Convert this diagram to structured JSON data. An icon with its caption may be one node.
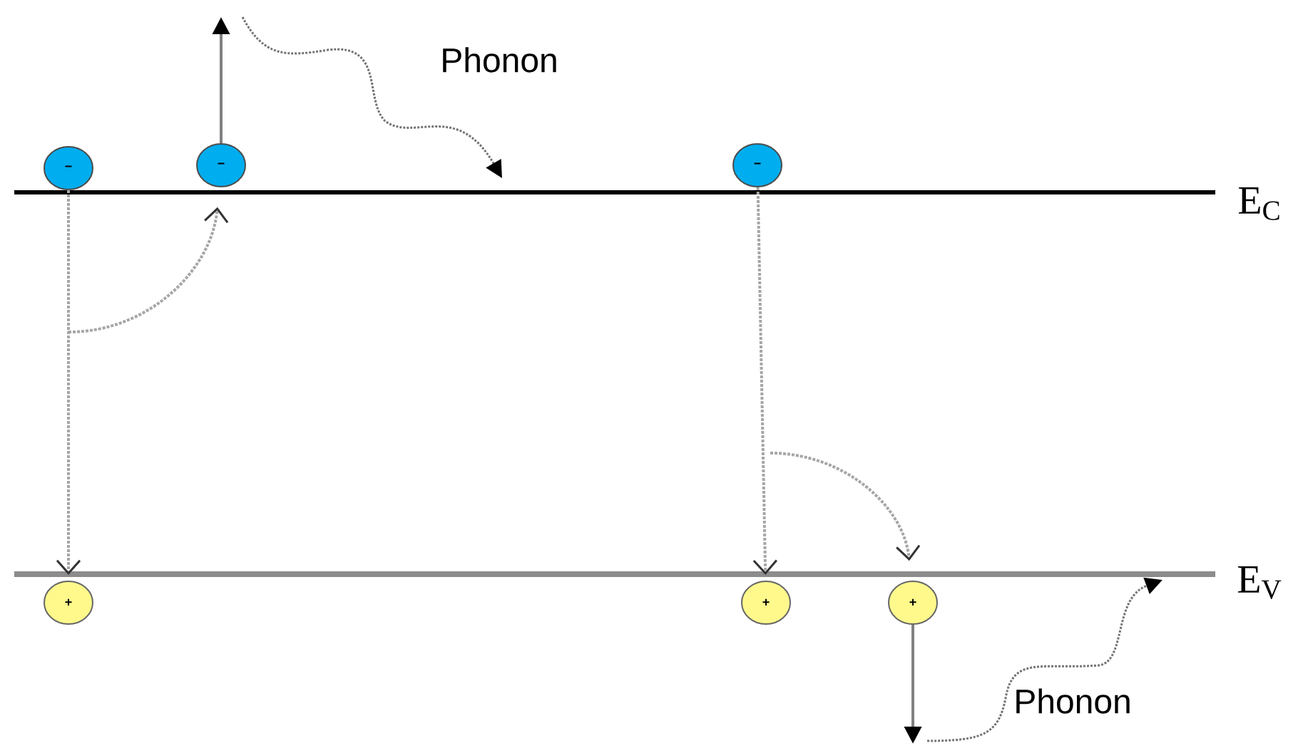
{
  "diagram": {
    "nodes": [
      {
        "text": [
          "−"
        ]
      },
      {
        "text": [
          "−"
        ]
      },
      {
        "text": [
          "−"
        ]
      },
      {
        "text": [
          "+"
        ]
      },
      {
        "text": [
          "+"
        ]
      },
      {
        "text": [
          "+"
        ]
      }
    ],
    "edges": [
      {
        "from": 0,
        "to": 3,
        "arrow": "to",
        "style": "dashed"
      },
      {
        "from": null,
        "to": 1,
        "arrow": "to",
        "style": "dashed"
      },
      {
        "from": 1,
        "to": null,
        "arrow": "to"
      },
      {
        "from": 2,
        "to": 4,
        "arrow": "to",
        "style": "dashed"
      },
      {
        "from": null,
        "to": 5,
        "arrow": "to",
        "style": "dashed"
      },
      {
        "from": 5,
        "to": null,
        "arrow": "to"
      }
    ],
    "labels": [
      "Phonon",
      "E$_{C}$",
      "E$_{V}$",
      "Phonon"
    ]
  }
}
